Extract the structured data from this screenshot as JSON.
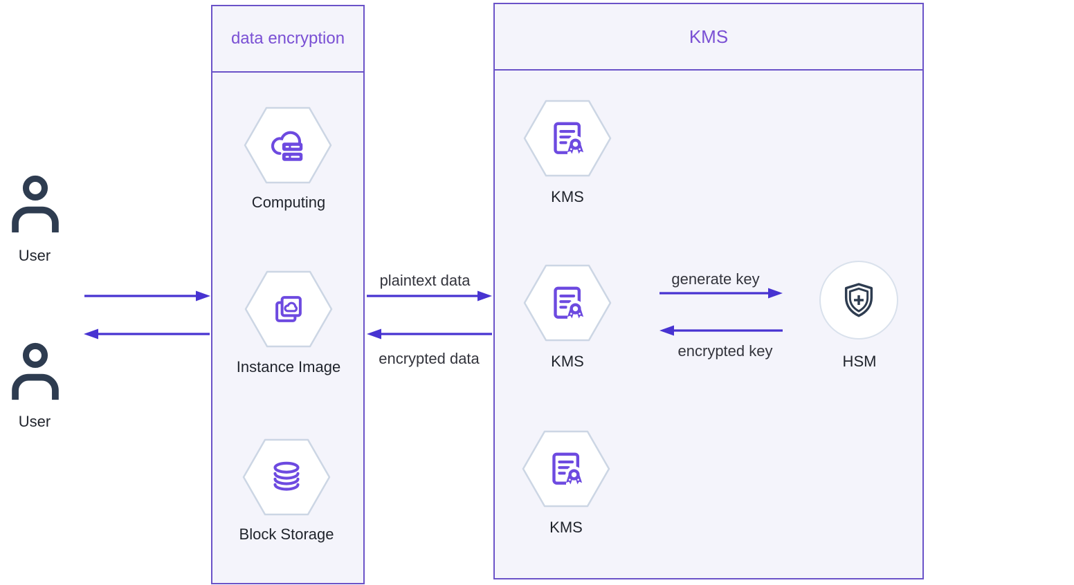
{
  "users": [
    {
      "label": "User"
    },
    {
      "label": "User"
    }
  ],
  "encryption_box": {
    "title": "data encryption",
    "nodes": [
      {
        "label": "Computing",
        "icon": "cloud-server-icon"
      },
      {
        "label": "Instance Image",
        "icon": "image-copies-icon"
      },
      {
        "label": "Block Storage",
        "icon": "database-icon"
      }
    ]
  },
  "kms_box": {
    "title": "KMS",
    "nodes": [
      {
        "label": "KMS",
        "icon": "certificate-icon"
      },
      {
        "label": "KMS",
        "icon": "certificate-icon"
      },
      {
        "label": "KMS",
        "icon": "certificate-icon"
      }
    ],
    "hsm": {
      "label": "HSM",
      "icon": "shield-plus-icon"
    }
  },
  "flows": {
    "plaintext": "plaintext data",
    "encrypted": "encrypted data",
    "generate_key": "generate key",
    "encrypted_key": "encrypted key"
  },
  "colors": {
    "box_border": "#6a52c8",
    "box_fill": "#f4f4fb",
    "title_text": "#7a50d4",
    "arrow": "#4733d1",
    "icon_purple": "#6d4ae0",
    "dark_navy": "#2e3c50",
    "hex_border": "#ccd6e4",
    "label_text": "#1f232b"
  }
}
